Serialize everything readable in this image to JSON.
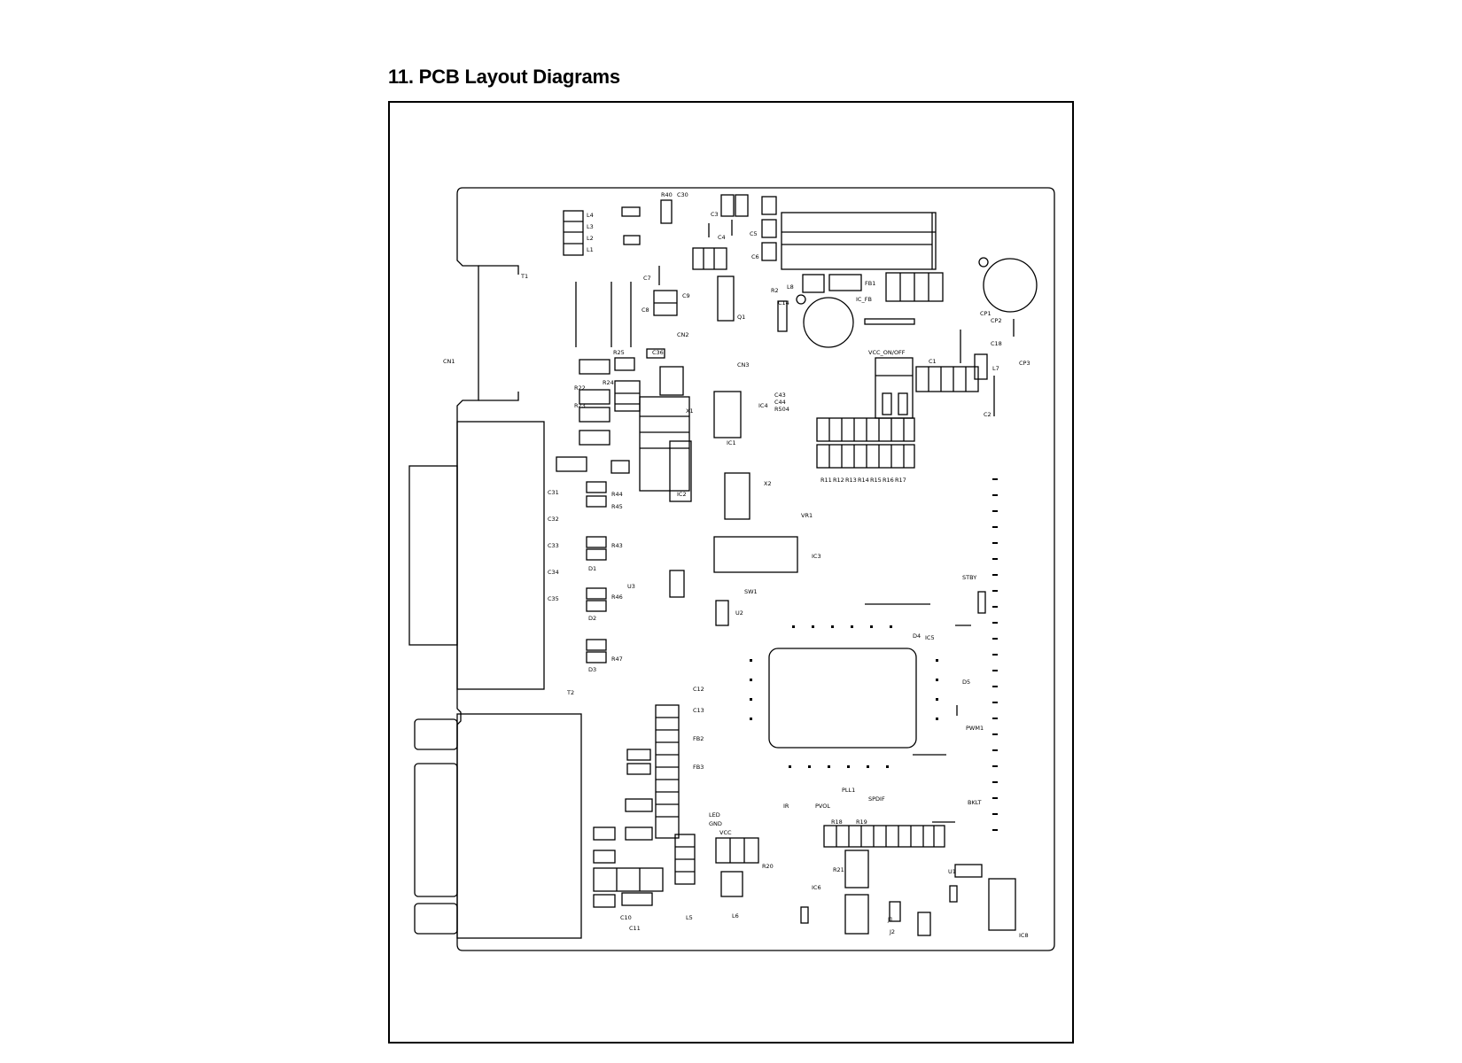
{
  "page": {
    "title": "11. PCB Layout Diagrams"
  },
  "board": {
    "labels": [
      "L4",
      "L3",
      "L2",
      "L1",
      "R40",
      "C30",
      "Q1",
      "R2",
      "C14",
      "FB1",
      "IC_FB",
      "CP1",
      "CP2",
      "C18",
      "CP3",
      "C36",
      "CN1",
      "R43",
      "R44",
      "R45",
      "R46",
      "R47",
      "C31",
      "C32",
      "C33",
      "C34",
      "C35",
      "C43",
      "C44",
      "R504",
      "IC4",
      "D1",
      "D2",
      "D3",
      "D4",
      "D5",
      "IC1",
      "IC2",
      "IC3",
      "IC5",
      "IC6",
      "IC8",
      "X1",
      "X2",
      "VCC_ON/OFF",
      "STBY",
      "BKLT",
      "PWM1",
      "PVOL",
      "PLL1",
      "SPDIF",
      "VCC",
      "GND",
      "R11",
      "R12",
      "R13",
      "R14",
      "R15",
      "R16",
      "R17",
      "R18",
      "R19",
      "C1",
      "C2",
      "C3",
      "C4",
      "C5",
      "C6",
      "C7",
      "C8",
      "C9",
      "CN2",
      "CN3",
      "T1",
      "T2",
      "L5",
      "L6",
      "L7",
      "L8",
      "U1",
      "U2",
      "U3",
      "R20",
      "R21",
      "R22",
      "R23",
      "R24",
      "R25",
      "C10",
      "C11",
      "C12",
      "C13",
      "FB2",
      "FB3",
      "SW1",
      "VR1",
      "IR",
      "LED",
      "J1",
      "J2"
    ]
  },
  "colors": {
    "line": "#000000",
    "background": "#ffffff"
  }
}
